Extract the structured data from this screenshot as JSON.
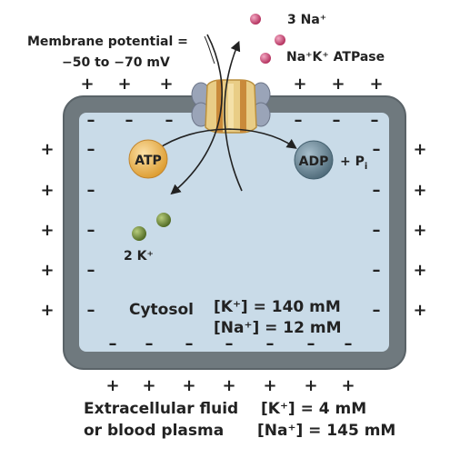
{
  "membrane_potential": {
    "line1": "Membrane potential =",
    "line2": "−50 to −70 mV"
  },
  "ions": {
    "na_out": "3 Na⁺",
    "k_in": "2 K⁺"
  },
  "pump_label": "Na⁺K⁺ ATPase",
  "atp": "ATP",
  "adp": "ADP",
  "pi": {
    "main": "+ P",
    "sub": "i"
  },
  "cytosol": {
    "label": "Cytosol",
    "k": "[K⁺] = 140 mM",
    "na": "[Na⁺] = 12 mM"
  },
  "extracellular": {
    "line1": "Extracellular fluid",
    "line2": "or blood plasma",
    "k": "[K⁺] = 4 mM",
    "na": "[Na⁺] = 145 mM"
  },
  "signs": {
    "plus": "+",
    "minus": "–"
  },
  "colors": {
    "cell_border": "#707a80",
    "cytosol_fill": "#c9dbe8",
    "sodium": "#c43a68",
    "potassium": "#5f7a2a",
    "atp": "#e7a842",
    "adp": "#5e7a8a",
    "pump": "#e9cd86"
  }
}
